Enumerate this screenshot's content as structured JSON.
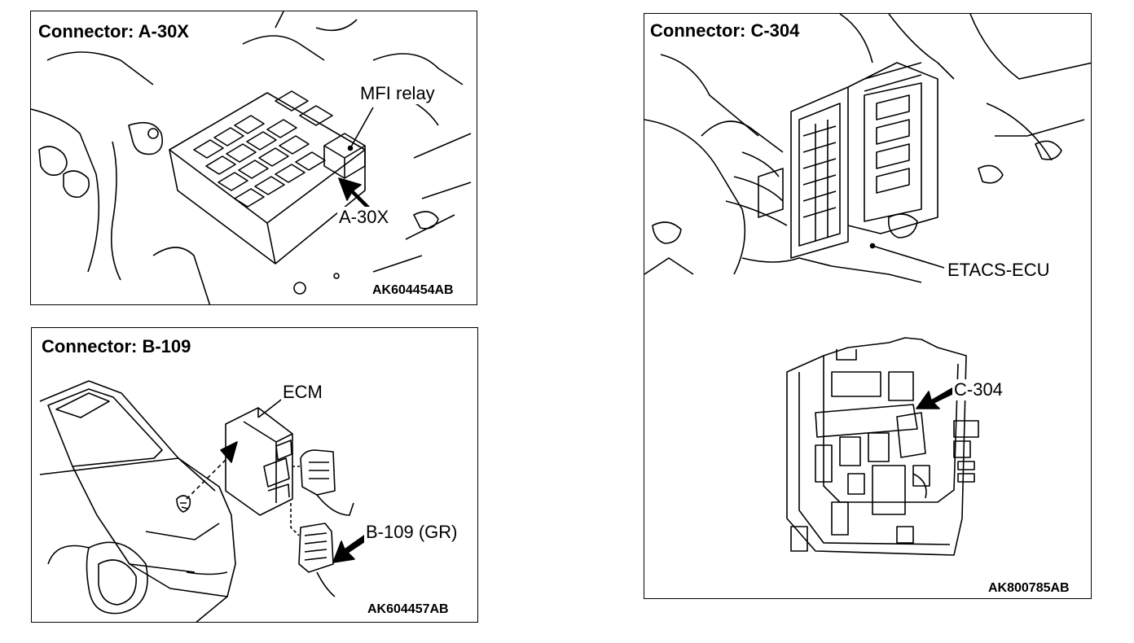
{
  "panels": {
    "a30x": {
      "title": "Connector: A-30X",
      "relay_label": "MFI relay",
      "connector_label": "A-30X",
      "figure_code": "AK604454AB"
    },
    "b109": {
      "title": "Connector: B-109",
      "ecm_label": "ECM",
      "connector_label": "B-109 (GR)",
      "figure_code": "AK604457AB"
    },
    "c304": {
      "title": "Connector: C-304",
      "ecu_label": "ETACS-ECU",
      "connector_label": "C-304",
      "figure_code": "AK800785AB"
    }
  },
  "colors": {
    "line": "#000000",
    "background": "#ffffff"
  }
}
